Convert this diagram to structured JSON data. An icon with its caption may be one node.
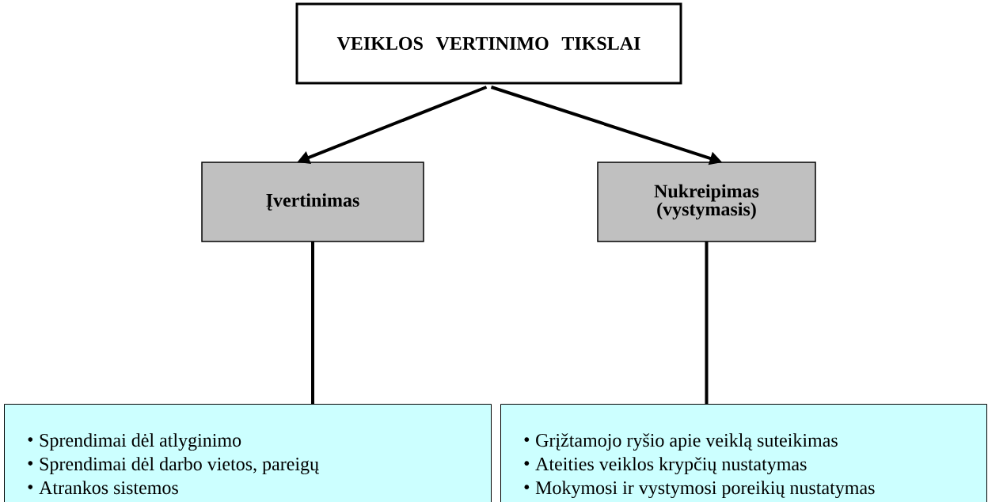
{
  "diagram": {
    "nodes": [
      {
        "text": [
          "VEIKLOS VERTINIMO TIKSLAI"
        ]
      },
      {
        "text": [
          "Įvertinimas"
        ]
      },
      {
        "text": [
          "Nukreipimas (vystymasis)"
        ]
      },
      {
        "text": [
          "Sprendimai dėl atlyginimo",
          "Sprendimai dėl darbo vietos, pareigų",
          "Atrankos sistemos"
        ]
      },
      {
        "text": [
          "Grįžtamojo ryšio apie veiklą suteikimas",
          "Ateities veiklos krypčių nustatymas",
          "Mokymosi ir vystymosi poreikių nustatymas"
        ]
      }
    ],
    "edges": [
      {
        "from": 0,
        "to": 1,
        "arrow": "to"
      },
      {
        "from": 0,
        "to": 2,
        "arrow": "to"
      },
      {
        "from": 1,
        "to": 3,
        "arrow": "none"
      },
      {
        "from": 2,
        "to": 4,
        "arrow": "none"
      }
    ]
  }
}
